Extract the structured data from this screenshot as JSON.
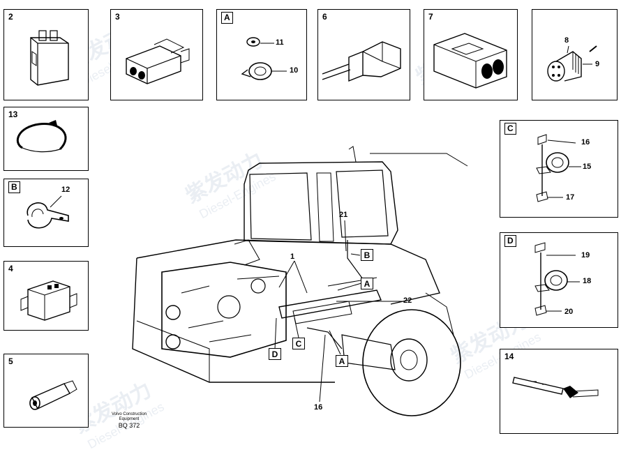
{
  "panels": {
    "p2": {
      "label": "2"
    },
    "p3": {
      "label": "3"
    },
    "pA": {
      "label": "A",
      "callouts": [
        "11",
        "10"
      ]
    },
    "p6": {
      "label": "6"
    },
    "p7": {
      "label": "7"
    },
    "p8": {
      "callouts": [
        "8",
        "9"
      ]
    },
    "p13": {
      "label": "13"
    },
    "pB": {
      "label": "B",
      "callouts": [
        "12"
      ]
    },
    "p4": {
      "label": "4"
    },
    "p5": {
      "label": "5"
    },
    "pC": {
      "label": "C",
      "callouts": [
        "16",
        "15",
        "17"
      ]
    },
    "pD": {
      "label": "D",
      "callouts": [
        "19",
        "18",
        "20"
      ]
    },
    "p14": {
      "label": "14"
    }
  },
  "main": {
    "callouts": [
      "21",
      "1",
      "22",
      "16"
    ],
    "markers": [
      "B",
      "A",
      "C",
      "D",
      "A"
    ]
  },
  "footer": {
    "line1": "Volvo Construction",
    "line2": "Equipment",
    "code": "BQ 372"
  },
  "watermark": {
    "cn": "紫发动力",
    "en": "Diesel-Engines"
  }
}
